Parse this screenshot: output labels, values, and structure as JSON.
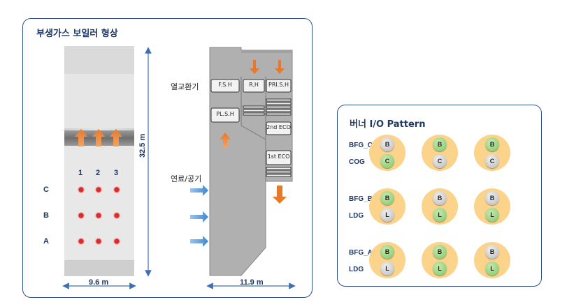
{
  "left_panel": {
    "title": "부생가스 보일러 형상",
    "furnace": {
      "height_label": "32.5 m",
      "width_label": "9.6 m",
      "columns": [
        "1",
        "2",
        "3"
      ],
      "rows": [
        "C",
        "B",
        "A"
      ]
    },
    "boiler": {
      "width_label": "11.9 m",
      "heat_exchanger_label": "열교환기",
      "fuel_air_label": "연료/공기",
      "banks": [
        "F.S.H",
        "R.H",
        "PRI.S.H",
        "PL.S.H",
        "2nd ECO",
        "1st ECO"
      ]
    },
    "colors": {
      "arrow": "#e8782a",
      "blue_arrow": "#3f88cf",
      "burner": "#d62d2d"
    }
  },
  "right_panel": {
    "title": "버너 I/O Pattern",
    "groups": [
      {
        "top_label": "BFG_C",
        "bottom_label": "COG",
        "units": [
          {
            "top": "B",
            "top_color": "gray",
            "bottom": "C",
            "bottom_color": "green"
          },
          {
            "top": "B",
            "top_color": "green",
            "bottom": "C",
            "bottom_color": "gray"
          },
          {
            "top": "B",
            "top_color": "green",
            "bottom": "C",
            "bottom_color": "gray"
          }
        ]
      },
      {
        "top_label": "BFG_B",
        "bottom_label": "LDG",
        "units": [
          {
            "top": "B",
            "top_color": "green",
            "bottom": "L",
            "bottom_color": "gray"
          },
          {
            "top": "B",
            "top_color": "gray",
            "bottom": "L",
            "bottom_color": "green"
          },
          {
            "top": "B",
            "top_color": "gray",
            "bottom": "L",
            "bottom_color": "green"
          }
        ]
      },
      {
        "top_label": "BFG_A",
        "bottom_label": "LDG",
        "units": [
          {
            "top": "B",
            "top_color": "green",
            "bottom": "L",
            "bottom_color": "gray"
          },
          {
            "top": "B",
            "top_color": "green",
            "bottom": "L",
            "bottom_color": "green"
          },
          {
            "top": "B",
            "top_color": "gray",
            "bottom": "L",
            "bottom_color": "green"
          }
        ]
      }
    ]
  }
}
